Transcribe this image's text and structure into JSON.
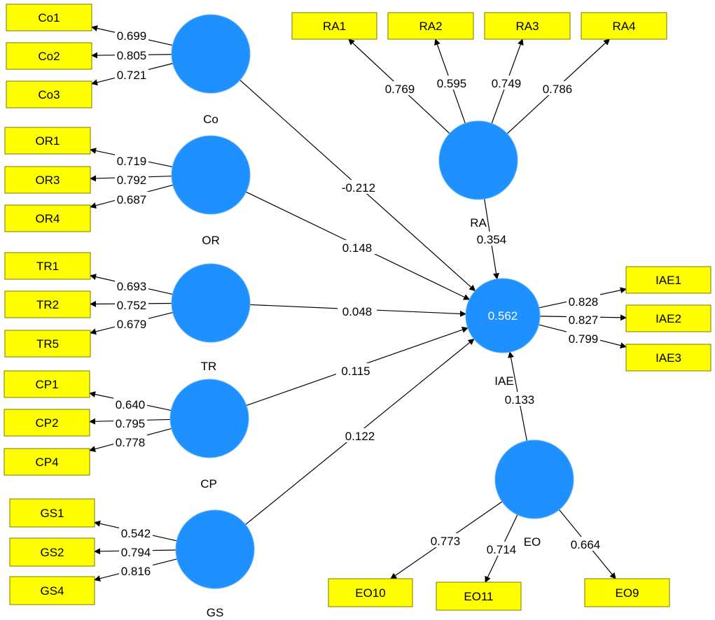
{
  "colors": {
    "indicator_fill": "#ffff00",
    "construct_fill": "#1e90ff",
    "line": "#000000"
  },
  "constructs": [
    {
      "id": "Co",
      "label": "Co"
    },
    {
      "id": "OR",
      "label": "OR"
    },
    {
      "id": "TR",
      "label": "TR"
    },
    {
      "id": "CP",
      "label": "CP"
    },
    {
      "id": "GS",
      "label": "GS"
    },
    {
      "id": "RA",
      "label": "RA"
    },
    {
      "id": "IAE",
      "label": "IAE",
      "r2": "0.562"
    },
    {
      "id": "EO",
      "label": "EO"
    }
  ],
  "indicators": [
    {
      "id": "Co1",
      "label": "Co1"
    },
    {
      "id": "Co2",
      "label": "Co2"
    },
    {
      "id": "Co3",
      "label": "Co3"
    },
    {
      "id": "OR1",
      "label": "OR1"
    },
    {
      "id": "OR3",
      "label": "OR3"
    },
    {
      "id": "OR4",
      "label": "OR4"
    },
    {
      "id": "TR1",
      "label": "TR1"
    },
    {
      "id": "TR2",
      "label": "TR2"
    },
    {
      "id": "TR5",
      "label": "TR5"
    },
    {
      "id": "CP1",
      "label": "CP1"
    },
    {
      "id": "CP2",
      "label": "CP2"
    },
    {
      "id": "CP4",
      "label": "CP4"
    },
    {
      "id": "GS1",
      "label": "GS1"
    },
    {
      "id": "GS2",
      "label": "GS2"
    },
    {
      "id": "GS4",
      "label": "GS4"
    },
    {
      "id": "RA1",
      "label": "RA1"
    },
    {
      "id": "RA2",
      "label": "RA2"
    },
    {
      "id": "RA3",
      "label": "RA3"
    },
    {
      "id": "RA4",
      "label": "RA4"
    },
    {
      "id": "IAE1",
      "label": "IAE1"
    },
    {
      "id": "IAE2",
      "label": "IAE2"
    },
    {
      "id": "IAE3",
      "label": "IAE3"
    },
    {
      "id": "EO10",
      "label": "EO10"
    },
    {
      "id": "EO11",
      "label": "EO11"
    },
    {
      "id": "EO9",
      "label": "EO9"
    }
  ],
  "loadings": [
    {
      "from": "Co",
      "to": "Co1",
      "value": "0.699"
    },
    {
      "from": "Co",
      "to": "Co2",
      "value": "0.805"
    },
    {
      "from": "Co",
      "to": "Co3",
      "value": "0.721"
    },
    {
      "from": "OR",
      "to": "OR1",
      "value": "0.719"
    },
    {
      "from": "OR",
      "to": "OR3",
      "value": "0.792"
    },
    {
      "from": "OR",
      "to": "OR4",
      "value": "0.687"
    },
    {
      "from": "TR",
      "to": "TR1",
      "value": "0.693"
    },
    {
      "from": "TR",
      "to": "TR2",
      "value": "0.752"
    },
    {
      "from": "TR",
      "to": "TR5",
      "value": "0.679"
    },
    {
      "from": "CP",
      "to": "CP1",
      "value": "0.640"
    },
    {
      "from": "CP",
      "to": "CP2",
      "value": "0.795"
    },
    {
      "from": "CP",
      "to": "CP4",
      "value": "0.778"
    },
    {
      "from": "GS",
      "to": "GS1",
      "value": "0.542"
    },
    {
      "from": "GS",
      "to": "GS2",
      "value": "0.794"
    },
    {
      "from": "GS",
      "to": "GS4",
      "value": "0.816"
    },
    {
      "from": "RA",
      "to": "RA1",
      "value": "0.769"
    },
    {
      "from": "RA",
      "to": "RA2",
      "value": "0.595"
    },
    {
      "from": "RA",
      "to": "RA3",
      "value": "0.749"
    },
    {
      "from": "RA",
      "to": "RA4",
      "value": "0.786"
    },
    {
      "from": "IAE",
      "to": "IAE1",
      "value": "0.828"
    },
    {
      "from": "IAE",
      "to": "IAE2",
      "value": "0.827"
    },
    {
      "from": "IAE",
      "to": "IAE3",
      "value": "0.799"
    },
    {
      "from": "EO",
      "to": "EO10",
      "value": "0.773"
    },
    {
      "from": "EO",
      "to": "EO11",
      "value": "0.714"
    },
    {
      "from": "EO",
      "to": "EO9",
      "value": "0.664"
    }
  ],
  "paths": [
    {
      "from": "Co",
      "to": "IAE",
      "value": "-0.212"
    },
    {
      "from": "OR",
      "to": "IAE",
      "value": "0.148"
    },
    {
      "from": "TR",
      "to": "IAE",
      "value": "0.048"
    },
    {
      "from": "CP",
      "to": "IAE",
      "value": "0.115"
    },
    {
      "from": "GS",
      "to": "IAE",
      "value": "0.122"
    },
    {
      "from": "RA",
      "to": "IAE",
      "value": "0.354"
    },
    {
      "from": "EO",
      "to": "IAE",
      "value": "0.133"
    }
  ]
}
